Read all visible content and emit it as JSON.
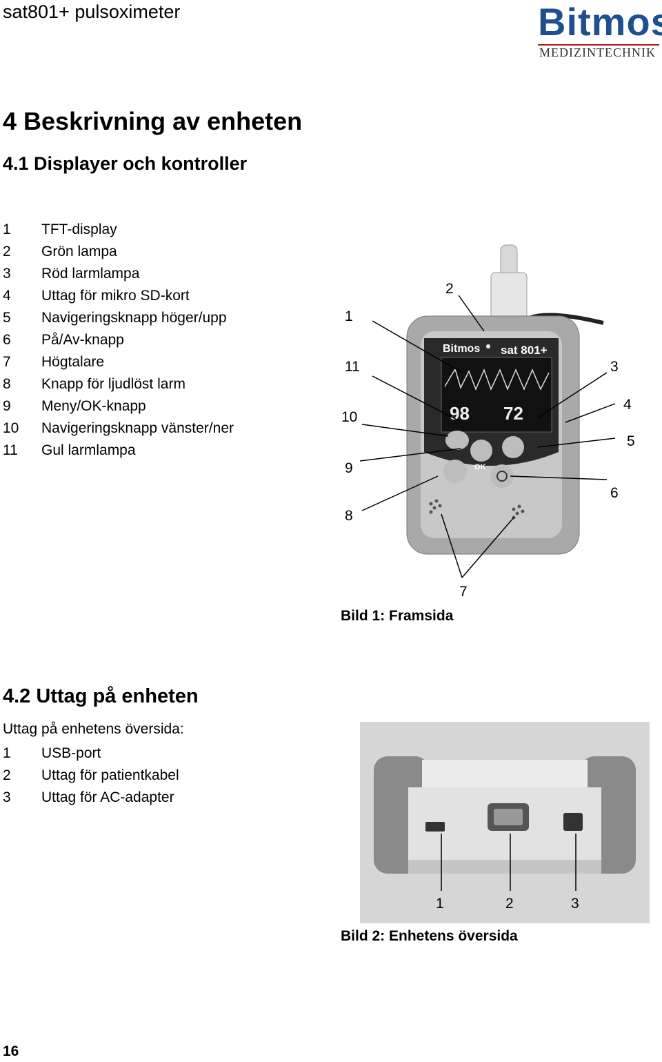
{
  "header": {
    "title": "sat801+ pulsoximeter",
    "logo_main": "Bitmos",
    "logo_sub": "MEDIZINTECHNIK"
  },
  "section": {
    "heading": "4 Beskrivning av enheten",
    "subheading": "4.1  Displayer och kontroller"
  },
  "controls_list": [
    {
      "num": "1",
      "label": "TFT-display"
    },
    {
      "num": "2",
      "label": "Grön lampa"
    },
    {
      "num": "3",
      "label": "Röd larmlampa"
    },
    {
      "num": "4",
      "label": "Uttag för mikro SD-kort"
    },
    {
      "num": "5",
      "label": "Navigeringsknapp höger/upp"
    },
    {
      "num": "6",
      "label": "På/Av-knapp"
    },
    {
      "num": "7",
      "label": "Högtalare"
    },
    {
      "num": "8",
      "label": "Knapp för ljudlöst larm"
    },
    {
      "num": "9",
      "label": "Meny/OK-knapp"
    },
    {
      "num": "10",
      "label": "Navigeringsknapp vänster/ner"
    },
    {
      "num": "11",
      "label": "Gul larmlampa"
    }
  ],
  "figure1": {
    "callouts": [
      "1",
      "2",
      "3",
      "4",
      "5",
      "6",
      "7",
      "8",
      "9",
      "10",
      "11"
    ],
    "device_brand": "Bitmos",
    "device_model": "sat 801+",
    "screen_spo2": "98",
    "screen_pulse": "72",
    "ok_label": "OK",
    "caption": "Bild 1: Framsida"
  },
  "section2": {
    "heading": "4.2 Uttag på enheten",
    "intro": "Uttag på enhetens översida:",
    "ports": [
      {
        "num": "1",
        "label": "USB-port"
      },
      {
        "num": "2",
        "label": "Uttag för patientkabel"
      },
      {
        "num": "3",
        "label": "Uttag för AC-adapter"
      }
    ]
  },
  "figure2": {
    "callouts": [
      "1",
      "2",
      "3"
    ],
    "caption": "Bild 2: Enhetens översida"
  },
  "footer": {
    "page_number": "16"
  },
  "colors": {
    "logo_blue": "#1f4f8f",
    "logo_red": "#b01818"
  }
}
